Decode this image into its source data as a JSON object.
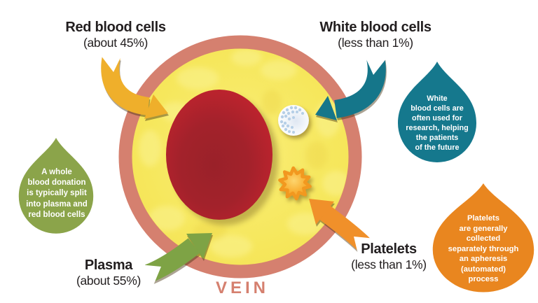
{
  "diagram": {
    "vein_label": "VEIN",
    "labels": {
      "rbc": {
        "title": "Red blood cells",
        "sub": "(about 45%)"
      },
      "wbc": {
        "title": "White blood cells",
        "sub": "(less than 1%)"
      },
      "plasma": {
        "title": "Plasma",
        "sub": "(about 55%)"
      },
      "platelets": {
        "title": "Platelets",
        "sub": "(less than 1%)"
      }
    },
    "droplets": {
      "whole_blood": {
        "text": "A whole\nblood donation\nis typically split\ninto plasma and\nred blood cells",
        "color": "#8BA44A"
      },
      "white_cells": {
        "text": "White\nblood cells are\noften used for\nresearch, helping\nthe patients\nof the future",
        "color": "#15788D"
      },
      "platelets": {
        "text": "Platelets\nare generally\ncollected\nseparately through\nan apheresis\n(automated)\nprocess",
        "color": "#E9861F"
      }
    },
    "colors": {
      "vein_ring": "#D5806F",
      "vein_fill": "#F6E75C",
      "red_cell": "#C2242E",
      "white_cell_dot": "#B6CFE7",
      "platelet": "#F49D22",
      "arrow_rbc": "#EFAF2B",
      "arrow_wbc": "#15768A",
      "arrow_plasma": "#7EA345",
      "arrow_platelets": "#F0902A",
      "vein_text": "#D5806F",
      "label_text": "#221E1F"
    }
  }
}
